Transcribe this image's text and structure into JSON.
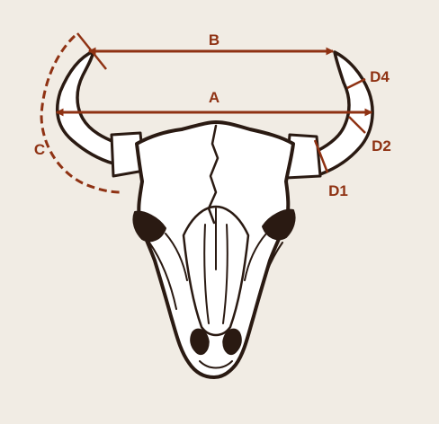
{
  "colors": {
    "background": "#f1ece4",
    "measure": "#8f3213",
    "outline": "#2a1a12",
    "bone": "#ffffff"
  },
  "measurements": {
    "a": "A",
    "b": "B",
    "c": "C",
    "d1": "D1",
    "d2": "D2",
    "d4": "D4"
  }
}
